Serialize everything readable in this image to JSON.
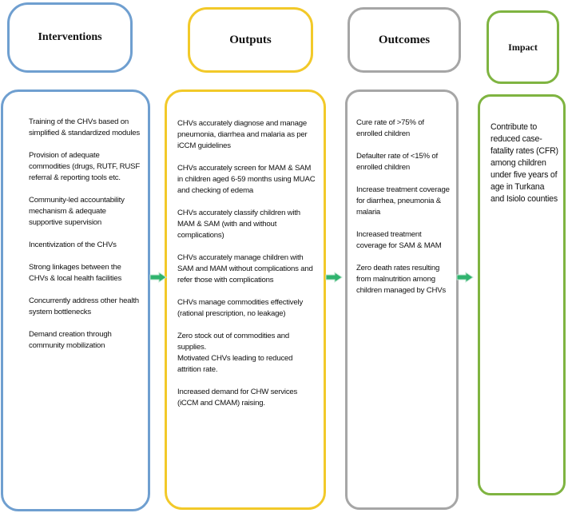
{
  "headers": {
    "interventions": "Interventions",
    "outputs": "Outputs",
    "outcomes": "Outcomes",
    "impact": "Impact"
  },
  "interventions": [
    "Training of the CHVs based on simplified & standardized modules",
    "Provision of adequate commodities (drugs, RUTF, RUSF referral & reporting tools etc.",
    "Community-led accountability mechanism & adequate supportive supervision",
    "Incentivization of the CHVs",
    "Strong linkages between the CHVs & local health facilities",
    "Concurrently address other health system bottlenecks",
    "Demand creation through community mobilization"
  ],
  "outputs": [
    "CHVs accurately diagnose and manage pneumonia, diarrhea and malaria as per iCCM guidelines",
    "CHVs accurately screen for MAM & SAM in children aged 6-59 months using MUAC and checking of edema",
    "CHVs accurately classify children with MAM & SAM (with and without complications)",
    "CHVs accurately manage children with SAM and MAM without complications and refer those with complications",
    "CHVs manage commodities effectively (rational prescription, no leakage)",
    "Zero stock out of commodities and supplies.",
    "Motivated CHVs leading to reduced attrition rate.",
    "Increased demand for CHW services (iCCM and CMAM) raising."
  ],
  "outcomes": [
    "Cure rate of >75% of enrolled children",
    "Defaulter rate of <15% of enrolled children",
    "Increase treatment coverage for diarrhea, pneumonia & malaria",
    "Increased treatment coverage for SAM & MAM",
    "Zero death rates resulting from malnutrition among children managed by CHVs"
  ],
  "impact": [
    "Contribute to reduced case-fatality rates (CFR) among children under five years of age in Turkana and Isiolo counties"
  ],
  "colors": {
    "interventions_border": "#6f9fd0",
    "outputs_border": "#f2c929",
    "outcomes_border": "#a6a6a6",
    "impact_border": "#7fb441",
    "arrow_fill": "#2fb36e"
  },
  "arrow_icon": "right-arrow-icon"
}
